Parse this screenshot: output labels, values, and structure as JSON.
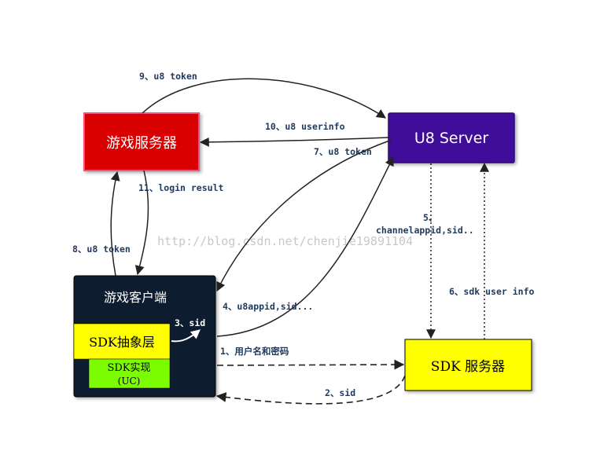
{
  "nodes": {
    "game_server": "游戏服务器",
    "u8_server": "U8 Server",
    "game_client": "游戏客户端",
    "sdk_layer": "SDK抽象层",
    "sdk_impl_line1": "SDK实现",
    "sdk_impl_line2": "(UC)",
    "sdk_server": "SDK 服务器"
  },
  "edges": {
    "e1": "1、用户名和密码",
    "e2": "2、sid",
    "e3": "3、sid",
    "e4": "4、u8appid,sid...",
    "e5_line1": "5、",
    "e5_line2": "channelappid,sid..",
    "e6": "6、sdk user info",
    "e7": "7、u8 token",
    "e8": "8、u8 token",
    "e9": "9、u8 token",
    "e10": "10、u8 userinfo",
    "e11": "11、login result"
  },
  "watermark": "http://blog.csdn.net/chenjie19891104",
  "colors": {
    "game_server_fill": "#d80000",
    "u8_server_fill": "#3f0b9a",
    "game_client_fill": "#071a2e",
    "sdk_layer_fill": "#ffff00",
    "sdk_impl_fill": "#7cfc00",
    "sdk_server_fill": "#ffff00",
    "edge_label": "#1f3a5f"
  }
}
